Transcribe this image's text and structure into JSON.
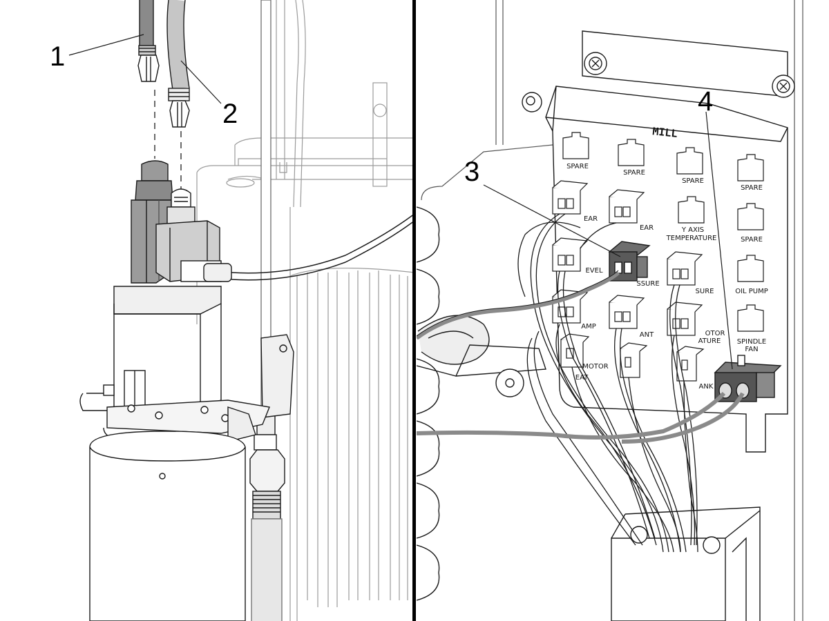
{
  "callouts": {
    "c1": "1",
    "c2": "2",
    "c3": "3",
    "c4": "4"
  },
  "panel": {
    "title": "MILL",
    "labels": {
      "spare_r1_1": "SPARE",
      "spare_r1_2": "SPARE",
      "spare_r1_3": "SPARE",
      "spare_r1_4": "SPARE",
      "gear_a": "EAR",
      "gear_b": "EAR",
      "yaxis_temp_1": "Y AXIS",
      "yaxis_temp_2": "TEMPERATURE",
      "spare_r2_4": "SPARE",
      "level": "EVEL",
      "pressure_a": "SSURE",
      "pressure_b": "SURE",
      "oil_pump": "OIL PUMP",
      "amp": "AMP",
      "coolant": "ANT",
      "motor_temp_1": "OTOR",
      "motor_temp_2": "ATURE",
      "spindle_fan_1": "SPINDLE",
      "spindle_fan_2": "FAN",
      "spindle_heat_1": "MOTOR",
      "spindle_heat_2": "EAT",
      "tank": "ANK"
    }
  },
  "colors": {
    "line": "#1a1a1a",
    "hose_dark": "#8a8a8a",
    "hose_light": "#c6c6c6",
    "connector_dark": "#555555",
    "divider": "#000000"
  }
}
